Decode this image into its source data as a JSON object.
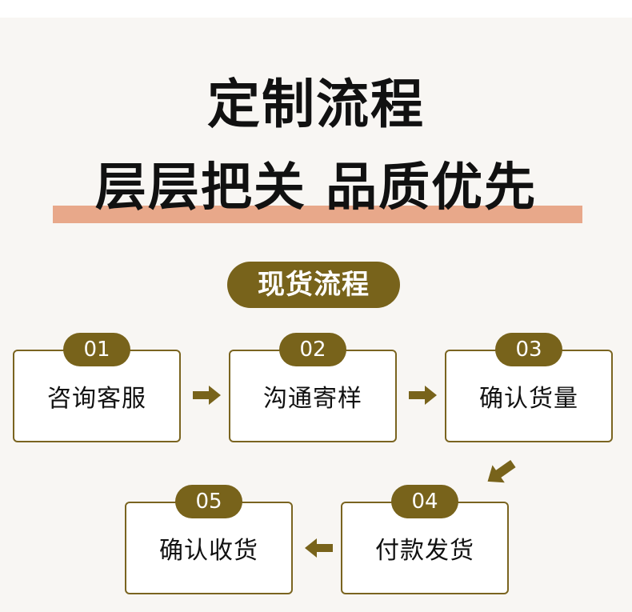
{
  "header": {
    "title_line1": "定制流程",
    "title_line2": "层层把关 品质优先"
  },
  "section": {
    "title": "现货流程"
  },
  "steps": [
    {
      "number": "01",
      "label": "咨询客服"
    },
    {
      "number": "02",
      "label": "沟通寄样"
    },
    {
      "number": "03",
      "label": "确认货量"
    },
    {
      "number": "04",
      "label": "付款发货"
    },
    {
      "number": "05",
      "label": "确认收货"
    }
  ],
  "icons": {
    "step1_to_2": "arrow-right-icon",
    "step2_to_3": "arrow-right-icon",
    "step3_to_4": "arrow-down-left-icon",
    "step4_to_5": "arrow-left-icon"
  },
  "colors": {
    "accent": "#78631b",
    "highlight": "#e8a88a",
    "background": "#f8f6f3",
    "text": "#111111"
  }
}
